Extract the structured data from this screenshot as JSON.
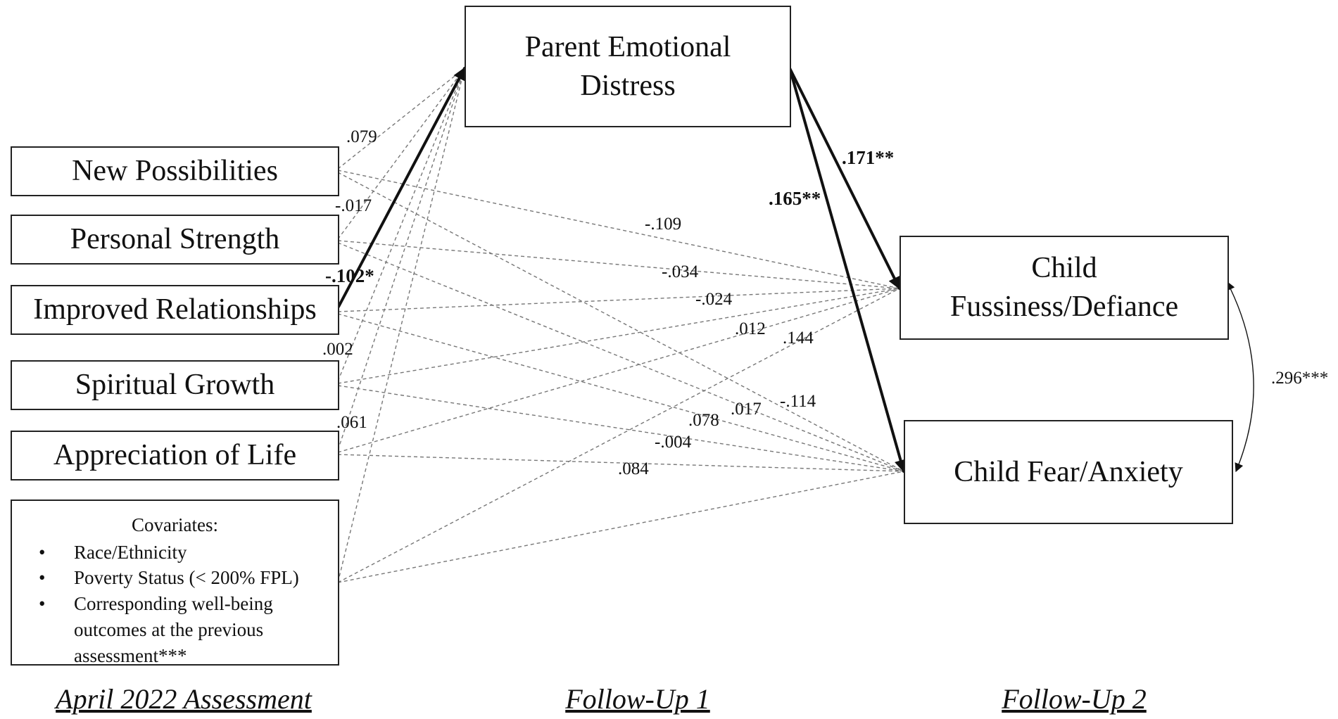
{
  "diagram": {
    "mediator": {
      "line1": "Parent Emotional",
      "line2": "Distress"
    },
    "predictors": [
      {
        "id": "new-possibilities",
        "label": "New Possibilities"
      },
      {
        "id": "personal-strength",
        "label": "Personal Strength"
      },
      {
        "id": "improved-relationships",
        "label": "Improved Relationships"
      },
      {
        "id": "spiritual-growth",
        "label": "Spiritual Growth"
      },
      {
        "id": "appreciation-of-life",
        "label": "Appreciation of Life"
      }
    ],
    "outcomes": [
      {
        "id": "fussiness",
        "line1": "Child",
        "line2": "Fussiness/Defiance"
      },
      {
        "id": "fear",
        "line1": "Child Fear/Anxiety",
        "line2": ""
      }
    ],
    "covariates": {
      "title": "Covariates:",
      "items": [
        "Race/Ethnicity",
        "Poverty Status (< 200% FPL)",
        "Corresponding well-being outcomes at the previous assessment***"
      ]
    },
    "coefficients": {
      "np_to_parent": ".079",
      "ps_to_parent": "-.017",
      "ir_to_parent": "-.102*",
      "sg_to_parent": ".002",
      "al_to_parent": ".061",
      "parent_to_fussiness": ".171**",
      "parent_to_fear": ".165**",
      "np_to_fussiness": "-.109",
      "ps_to_fussiness": "-.034",
      "ir_to_fussiness": "-.024",
      "sg_to_fussiness": ".012",
      "al_to_fussiness": ".144",
      "np_to_fear": "-.114",
      "ps_to_fear": ".017",
      "ir_to_fear": ".078",
      "sg_to_fear": "-.004",
      "al_to_fear": ".084",
      "outcome_correlation": ".296***"
    },
    "stages": [
      "April 2022 Assessment",
      "Follow-Up 1",
      "Follow-Up 2"
    ]
  }
}
